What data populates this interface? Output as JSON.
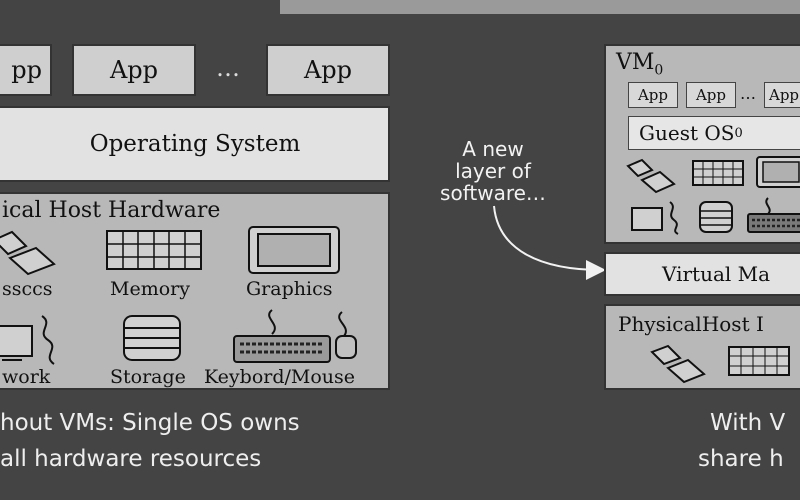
{
  "left_stack": {
    "apps": [
      "pp",
      "App",
      "App"
    ],
    "ellipsis": "…",
    "os_label": "Operating System",
    "hardware_title": "ical Host Hardware",
    "components": [
      {
        "label": "ssccs",
        "icon": "processor-icon"
      },
      {
        "label": "Memory",
        "icon": "memory-icon"
      },
      {
        "label": "Graphics",
        "icon": "graphics-icon"
      },
      {
        "label": "work",
        "icon": "network-icon"
      },
      {
        "label": "Storage",
        "icon": "storage-icon"
      },
      {
        "label": "Keybord/Mouse",
        "icon": "keyboard-mouse-icon"
      }
    ],
    "caption_line1": "hout VMs: Single OS owns",
    "caption_line2": "all hardware resources"
  },
  "middle_annotation": {
    "line1": "A new",
    "line2": "layer of",
    "line3": "software…"
  },
  "right_stack": {
    "vm_title": "VM",
    "vm_subscript": "0",
    "apps": [
      "App",
      "App",
      "App"
    ],
    "apps_ellipsis": "…",
    "guest_os": "Guest OS",
    "guest_os_subscript": "0",
    "vmm_label": "Virtual Ma",
    "physical_label": "PhysicalHost I",
    "caption_line1": "With V",
    "caption_line2": "share h"
  },
  "colors": {
    "background": "#444444",
    "box_fill": "#b8b8b8",
    "light_fill": "#e2e2e2",
    "text_light": "#eeeeee"
  }
}
